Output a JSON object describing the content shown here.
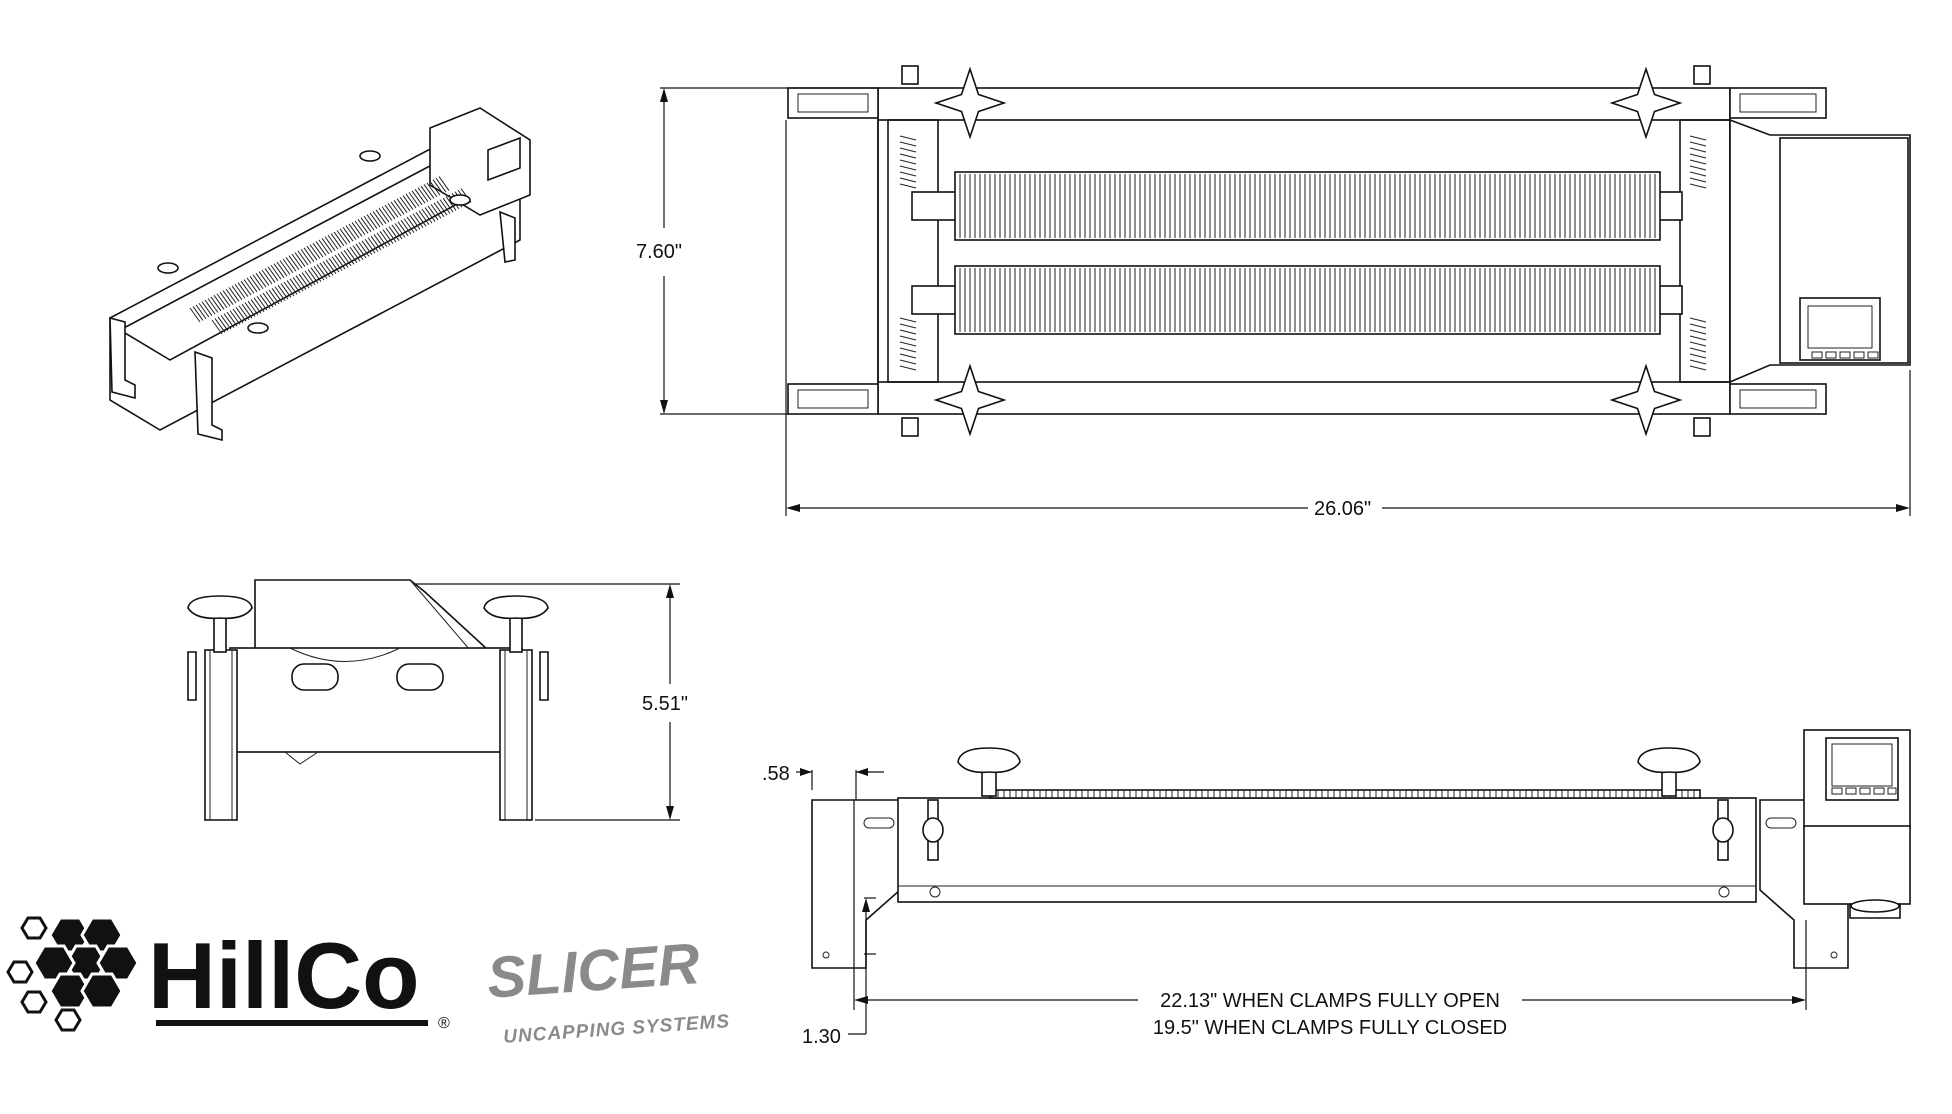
{
  "dimensions": {
    "width_top": "26.06\"",
    "height_top": "7.60\"",
    "height_end": "5.51\"",
    "offset_small": ".58",
    "offset_bottom": "1.30",
    "length_open": "22.13\" WHEN CLAMPS FULLY OPEN",
    "length_closed": "19.5\" WHEN CLAMPS FULLY CLOSED"
  },
  "branding": {
    "company": "HillCo",
    "registered": "®",
    "product": "SLICER",
    "product_subtitle": "UNCAPPING SYSTEMS"
  },
  "colors": {
    "line": "#111111",
    "slicer_gray": "#8a8a8a",
    "background": "#ffffff"
  }
}
